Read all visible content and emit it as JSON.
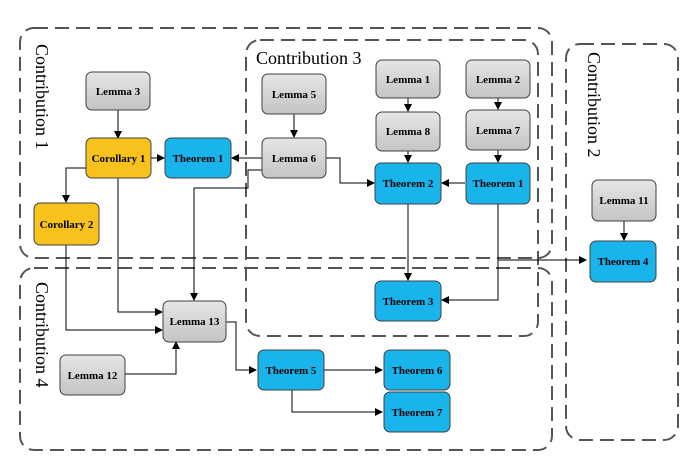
{
  "groups": {
    "c1": "Contribution 1",
    "c2": "Contribution 2",
    "c3": "Contribution 3",
    "c4": "Contribution 4"
  },
  "nodes": {
    "lemma3": "Lemma 3",
    "corollary1": "Corollary 1",
    "theorem1_left": "Theorem 1",
    "corollary2": "Corollary 2",
    "lemma5": "Lemma 5",
    "lemma6": "Lemma 6",
    "lemma1": "Lemma 1",
    "lemma8": "Lemma 8",
    "lemma2": "Lemma 2",
    "lemma7": "Lemma 7",
    "theorem2": "Theorem 2",
    "theorem1_right": "Theorem 1",
    "theorem3": "Theorem 3",
    "lemma11": "Lemma 11",
    "theorem4": "Theorem 4",
    "lemma13": "Lemma 13",
    "lemma12": "Lemma 12",
    "theorem5": "Theorem 5",
    "theorem6": "Theorem 6",
    "theorem7": "Theorem 7"
  },
  "colors": {
    "lemma": "#d4d4d4",
    "corollary": "#f8c21c",
    "theorem": "#1ab4ec",
    "stroke": "#404040",
    "frame": "#555555"
  }
}
